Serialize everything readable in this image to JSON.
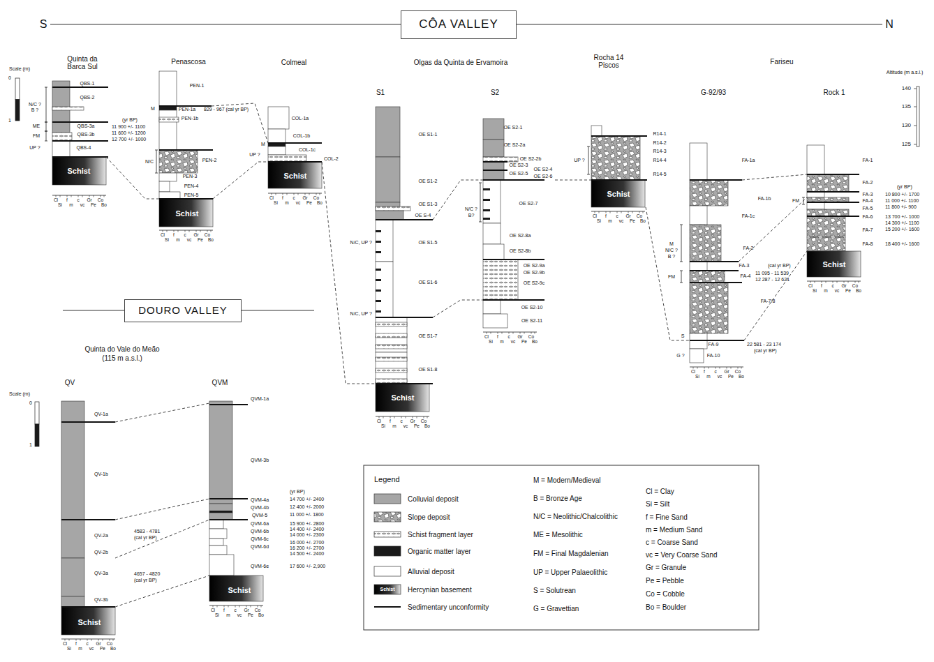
{
  "diagram": {
    "nodes": [
      {
        "text": [
          "CÔA VALLEY"
        ]
      },
      {
        "text": [
          "DOURO VALLEY"
        ]
      }
    ],
    "labels": [
      "S",
      "N",
      "Quinta da Barca Sul",
      "Penascosa",
      "Colmeal",
      "Olgas da Quinta de Ervamoira",
      "Rocha 14 Piscos",
      "Fariseu",
      "S1",
      "S2",
      "G-92/93",
      "Rock 1",
      "Scale (m)",
      "0",
      "1",
      "Altitude (m a.s.l.)",
      "140",
      "135",
      "130",
      "125",
      "QBS-1",
      "QBS-2",
      "QBS-3a",
      "QBS-3b",
      "QBS-4",
      "Schist",
      "N/C ?",
      "B ?",
      "ME",
      "FM",
      "UP ?",
      "(yr BP)",
      "11 900 +/- 1100",
      "11 600 +/- 1200",
      "12 700 +/- 1000",
      "PEN-1",
      "M",
      "PEN-1a",
      "829 - 967 (cal yr BP)",
      "PEN-1b",
      "N/C",
      "PEN-2",
      "PEN-3",
      "PEN-4",
      "PEN-5",
      "Schist",
      "COL-1a",
      "COL-1b",
      "M",
      "COL-1c",
      "COL-2",
      "UP ?",
      "Schist",
      "OE S1-1",
      "OE S1-2",
      "OE S1-3",
      "OE S-4",
      "OE S1-5",
      "OE S1-6",
      "OE S1-7",
      "OE S1-8",
      "Schist",
      "N/C, UP ?",
      "N/C, UP ?",
      "OE S2-1",
      "OE S2-2a",
      "OE S2-2b",
      "OE S2-3",
      "OE S2-4",
      "OE S2-5",
      "OE S2-6",
      "N/C ?",
      "B?",
      "OE S2-7",
      "OE S2-8a",
      "OE S2-8b",
      "OE S2-9a",
      "OE S2-9b",
      "OE S2-9c",
      "OE S2-10",
      "OE S2-11",
      "R14-1",
      "R14-2",
      "R14-3",
      "R14-4",
      "R14-5",
      "UP ?",
      "Schist",
      "FA-1a",
      "FA-1b",
      "FA-1c",
      "FA-2",
      "FA-3",
      "(cal yr BP)",
      "FA-4",
      "11 095 - 11 539",
      "12 287 - 12 621",
      "FA-7/8",
      "FA-9",
      "FA-10",
      "22 581 - 23 174",
      "(cal yr BP)",
      "M",
      "N/C ?",
      "B ?",
      "FM",
      "S",
      "G ?",
      "FA-1",
      "FA-2",
      "FA-3",
      "FA-4",
      "FA-5",
      "FA-6",
      "FA-7",
      "FA-8",
      "(yr BP)",
      "10 800 +/- 1700",
      "11 000 +/- 1100",
      "11 800 +/- 900",
      "13 700 +/- 1000",
      "14 300 +/- 1100",
      "15 200 +/- 1600",
      "18 400 +/- 1600",
      "FM",
      "Schist",
      "Quinta do Vale do Meão",
      "(115 m a.s.l.)",
      "QV",
      "QVM",
      "Scale (m)",
      "0",
      "1",
      "QV-1a",
      "QV-1b",
      "QV-2a",
      "QV-2b",
      "QV-3a",
      "QV-3b",
      "Schist",
      "4583 - 4781",
      "(cal yr BP)",
      "4657 - 4820",
      "(cal yr BP)",
      "QVM-1a",
      "QVM-3b",
      "QVM-4a",
      "QVM-4b",
      "QVM-5",
      "QVM-6a",
      "QVM-6b",
      "QVM-6c",
      "QVM-6d",
      "QVM-6e",
      "Schist",
      "(yr BP)",
      "14 700 +/- 2400",
      "12 400 +/- 2000",
      "11 000 +/- 1800",
      "15 900 +/- 2800",
      "14 400 +/- 2400",
      "14 000 +/- 2300",
      "16 000 +/- 2700",
      "16 200 +/- 2700",
      "14 500 +/- 2400",
      "17 600 +/- 2,900",
      "Legend",
      "Schist",
      "M = Modern/Medieval",
      "B = Bronze Age",
      "N/C = Neolithic/Chalcolithic",
      "ME = Mesolithic",
      "FM = Final Magdalenian",
      "UP = Upper Palaeolithic",
      "S = Solutrean",
      "G = Gravettian",
      "Cl = Clay",
      "Si = Silt",
      "f = Fine Sand",
      "m = Medium Sand",
      "c = Coarse Sand",
      "vc = Very Coarse Sand",
      "Gr = Granule",
      "Pe = Pebble",
      "Co = Cobble",
      "Bo = Boulder",
      "Cl",
      "f",
      "c",
      "Gr",
      "Co",
      "Si",
      "m",
      "vc",
      "Pe",
      "Bo",
      "Cl",
      "f",
      "c",
      "Gr",
      "Co",
      "Si",
      "m",
      "vc",
      "Pe",
      "Bo",
      "Cl",
      "f",
      "c",
      "Gr",
      "Co",
      "Si",
      "m",
      "vc",
      "Pe",
      "Bo",
      "Cl",
      "f",
      "c",
      "Gr",
      "Co",
      "Si",
      "m",
      "vc",
      "Pe",
      "Bo",
      "Cl",
      "f",
      "c",
      "Gr",
      "Co",
      "Si",
      "m",
      "vc",
      "Pe",
      "Bo",
      "Cl",
      "f",
      "c",
      "Gr",
      "Co",
      "Si",
      "m",
      "vc",
      "Pe",
      "Bo",
      "Cl",
      "f",
      "c",
      "Gr",
      "Co",
      "Si",
      "m",
      "vc",
      "Pe",
      "Bo",
      "Cl",
      "f",
      "c",
      "Gr",
      "Co",
      "Si",
      "m",
      "vc",
      "Pe",
      "Bo",
      "Cl",
      "f",
      "c",
      "Gr",
      "Co",
      "Si",
      "m",
      "vc",
      "Pe",
      "Bo",
      "Cl",
      "f",
      "c",
      "Gr",
      "Co",
      "Si",
      "m",
      "vc",
      "Pe",
      "Bo"
    ],
    "legend": [
      {
        "text": "Colluvial deposit",
        "color": "#a6a6a6"
      },
      {
        "text": "Slope deposit"
      },
      {
        "text": "Schist fragment layer"
      },
      {
        "text": "Organic matter layer",
        "color": "#1a1a1a"
      },
      {
        "text": "Alluvial deposit",
        "color": "#ffffff"
      },
      {
        "text": "Hercynian basement"
      },
      {
        "text": "Sedimentary unconformity"
      }
    ]
  }
}
